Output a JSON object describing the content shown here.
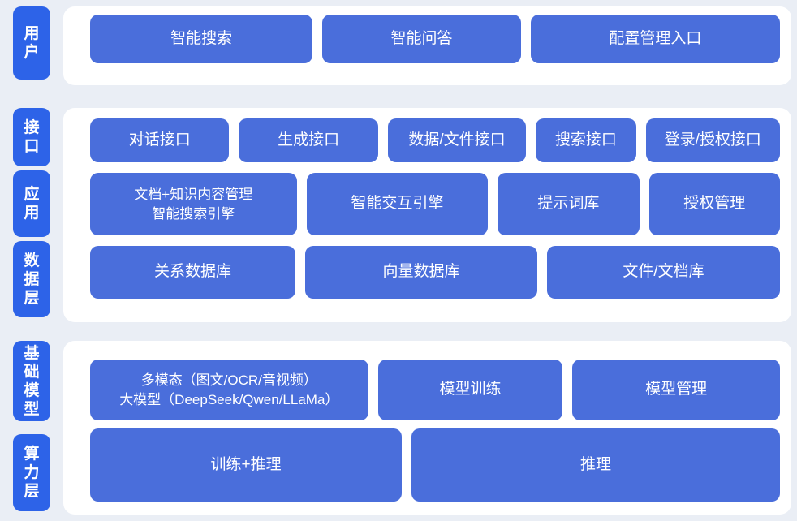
{
  "colors": {
    "background": "#eaeef5",
    "panel": "#ffffff",
    "layer_pill_blue": "#2d63e8",
    "node_box_blue": "#4a6edb",
    "text_white": "#ffffff"
  },
  "sections": [
    {
      "rail": [
        {
          "label": "用户"
        }
      ],
      "rows": [
        {
          "boxes": [
            {
              "label": "智能搜索"
            },
            {
              "label": "智能问答"
            },
            {
              "label": "配置管理入口"
            }
          ]
        }
      ]
    },
    {
      "rail": [
        {
          "label": "接口"
        },
        {
          "label": "应用"
        },
        {
          "label": "数据层"
        }
      ],
      "rows": [
        {
          "boxes": [
            {
              "label": "对话接口"
            },
            {
              "label": "生成接口"
            },
            {
              "label": "数据/文件接口"
            },
            {
              "label": "搜索接口"
            },
            {
              "label": "登录/授权接口"
            }
          ]
        },
        {
          "boxes": [
            {
              "label": "文档+知识内容管理",
              "label2": "智能搜索引擎"
            },
            {
              "label": "智能交互引擎"
            },
            {
              "label": "提示词库"
            },
            {
              "label": "授权管理"
            }
          ]
        },
        {
          "boxes": [
            {
              "label": "关系数据库"
            },
            {
              "label": "向量数据库"
            },
            {
              "label": "文件/文档库"
            }
          ]
        }
      ]
    },
    {
      "rail": [
        {
          "label": "基础模型"
        },
        {
          "label": "算力层"
        }
      ],
      "rows": [
        {
          "boxes": [
            {
              "label": "多模态（图文/OCR/音视频）",
              "label2": "大模型（DeepSeek/Qwen/LLaMa）"
            },
            {
              "label": "模型训练"
            },
            {
              "label": "模型管理"
            }
          ]
        },
        {
          "boxes": [
            {
              "label": "训练+推理"
            },
            {
              "label": "推理"
            }
          ]
        }
      ]
    }
  ]
}
